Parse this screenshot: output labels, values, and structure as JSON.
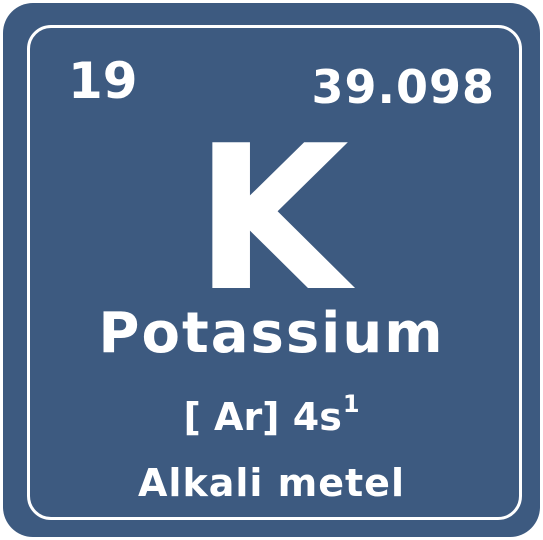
{
  "element": {
    "atomic_number": "19",
    "atomic_mass": "39.098",
    "symbol": "K",
    "name": "Potassium",
    "configuration_base": "[ Ar] 4s",
    "configuration_superscript": "1",
    "category": "Alkali metel"
  },
  "colors": {
    "tile_background": "#3d5a80",
    "text": "#ffffff",
    "border": "#ffffff"
  }
}
